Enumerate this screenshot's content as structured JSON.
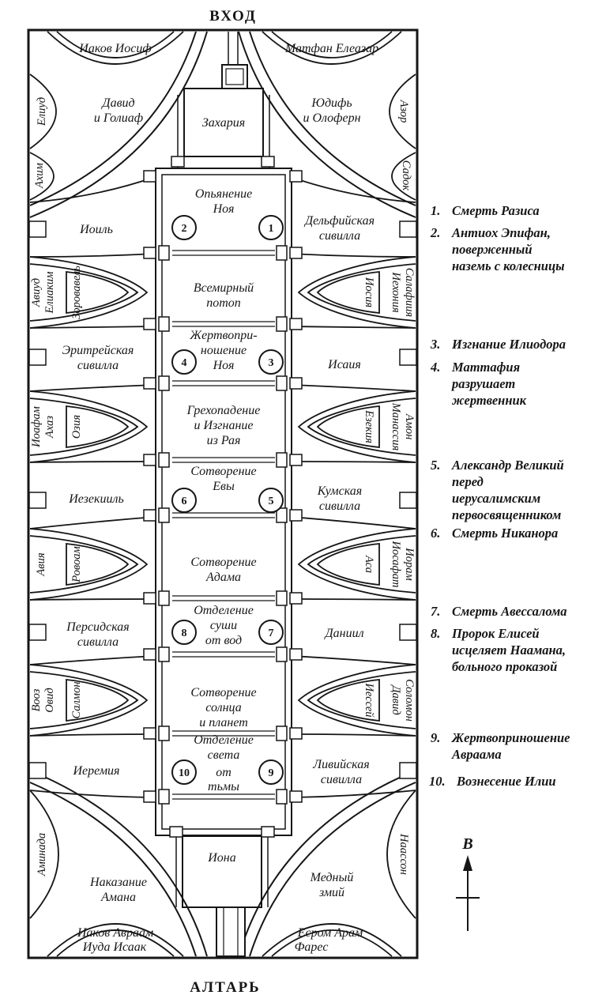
{
  "header": {
    "top": "ВХОД",
    "bottom": "АЛТАРЬ"
  },
  "central": {
    "zechariah": "Захария",
    "jonah": "Иона",
    "panels": [
      {
        "lines": [
          "Опьянение",
          "Ноя"
        ],
        "left_medallion": "2",
        "right_medallion": "1"
      },
      {
        "lines": [
          "Всемирный",
          "потоп"
        ]
      },
      {
        "lines": [
          "Жертвопри-",
          "ношение",
          "Ноя"
        ],
        "left_medallion": "4",
        "right_medallion": "3"
      },
      {
        "lines": [
          "Грехопадение",
          "и Изгнание",
          "из Рая"
        ]
      },
      {
        "lines": [
          "Сотворение",
          "Евы"
        ],
        "left_medallion": "6",
        "right_medallion": "5"
      },
      {
        "lines": [
          "Сотворение",
          "Адама"
        ]
      },
      {
        "lines": [
          "Отделение",
          "суши",
          "от вод"
        ],
        "left_medallion": "8",
        "right_medallion": "7"
      },
      {
        "lines": [
          "Сотворение",
          "солнца",
          "и планет"
        ]
      },
      {
        "lines": [
          "Отделение",
          "света",
          "от",
          "тьмы"
        ],
        "left_medallion": "10",
        "right_medallion": "9"
      }
    ]
  },
  "left_wall": {
    "thrones": [
      {
        "lines": [
          "Иоиль"
        ]
      },
      {
        "lines": [
          "Эритрейская",
          "сивилла"
        ]
      },
      {
        "lines": [
          "Иезекииль"
        ]
      },
      {
        "lines": [
          "Персидская",
          "сивилла"
        ]
      },
      {
        "lines": [
          "Иеремия"
        ]
      }
    ],
    "spandrels": [
      {
        "outer": [
          "Авиуд",
          "Елиаким"
        ],
        "inner": "Зоровавель"
      },
      {
        "outer": [
          "Иоафам",
          "Ахаз"
        ],
        "inner": "Озия"
      },
      {
        "outer": [
          "Авия"
        ],
        "inner": "Ровоам"
      },
      {
        "outer": [
          "Вооз",
          "Овид"
        ],
        "inner": "Салмон"
      }
    ],
    "lunettes": [
      "Елиуд",
      "Ахим",
      "Аминада"
    ]
  },
  "right_wall": {
    "thrones": [
      {
        "lines": [
          "Дельфийская",
          "сивилла"
        ]
      },
      {
        "lines": [
          "Исаия"
        ]
      },
      {
        "lines": [
          "Кумская",
          "сивилла"
        ]
      },
      {
        "lines": [
          "Даниил"
        ]
      },
      {
        "lines": [
          "Ливийская",
          "сивилла"
        ]
      }
    ],
    "spandrels": [
      {
        "inner": "Иосия",
        "outer": [
          "Иехония",
          "Салафиия"
        ]
      },
      {
        "inner": "Езекия",
        "outer": [
          "Манассия",
          "Амон"
        ]
      },
      {
        "inner": "Аса",
        "outer": [
          "Иосафат",
          "Иорам"
        ]
      },
      {
        "inner": "Иессей",
        "outer": [
          "Давид",
          "Соломон"
        ]
      }
    ],
    "lunettes": [
      "Азор",
      "Садок",
      "Наассон"
    ]
  },
  "corners": {
    "top_left": {
      "pendentive": [
        "Давид",
        "и Голиаф"
      ],
      "lunette": [
        "Иаков Иосиф"
      ]
    },
    "top_right": {
      "pendentive": [
        "Юдифь",
        "и Олоферн"
      ],
      "lunette": [
        "Матфан Елеазар"
      ]
    },
    "bottom_left": {
      "pendentive": [
        "Наказание",
        "Амана"
      ],
      "lunette": [
        "Иаков Авраам",
        "Иуда Исаак"
      ]
    },
    "bottom_right": {
      "pendentive": [
        "Медный",
        "змий"
      ],
      "lunette": [
        "Есром Арам",
        "Фарес"
      ]
    }
  },
  "legend": [
    {
      "num": "1.",
      "lines": [
        "Смерть Разиса"
      ]
    },
    {
      "num": "2.",
      "lines": [
        "Антиох Эпифан,",
        "поверженный",
        "наземь с колесницы"
      ]
    },
    {
      "num": "3.",
      "lines": [
        "Изгнание Илиодора"
      ]
    },
    {
      "num": "4.",
      "lines": [
        "Маттафия",
        "разрушает",
        "жертвенник"
      ]
    },
    {
      "num": "5.",
      "lines": [
        "Александр Великий",
        "перед",
        "иерусалимским",
        "первосвященником"
      ]
    },
    {
      "num": "6.",
      "lines": [
        "Смерть Никанора"
      ]
    },
    {
      "num": "7.",
      "lines": [
        "Смерть Авессалома"
      ]
    },
    {
      "num": "8.",
      "lines": [
        "Пророк Елисей",
        "исцеляет Наамана,",
        "больного проказой"
      ]
    },
    {
      "num": "9.",
      "lines": [
        "Жертвоприношение",
        "Авраама"
      ]
    },
    {
      "num": "10.",
      "lines": [
        "Вознесение Илии"
      ]
    }
  ],
  "compass": {
    "label": "В"
  },
  "colors": {
    "ink": "#161616",
    "paper": "#ffffff"
  }
}
